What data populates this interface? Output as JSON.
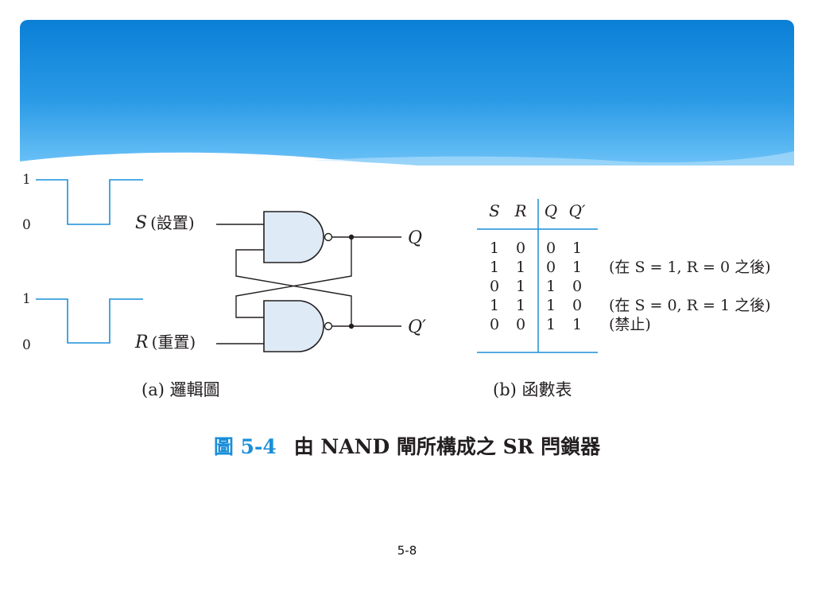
{
  "waveforms": {
    "s": {
      "high_label": "1",
      "low_label": "0"
    },
    "r": {
      "high_label": "1",
      "low_label": "0"
    }
  },
  "logic": {
    "s_input": {
      "symbol": "S",
      "label": "(設置)"
    },
    "r_input": {
      "symbol": "R",
      "label": "(重置)"
    },
    "q_output": "Q",
    "q_bar_output": "Q′",
    "caption": "(a) 邏輯圖"
  },
  "table": {
    "headers": [
      "S",
      "R",
      "Q",
      "Q′"
    ],
    "rows": [
      {
        "s": "1",
        "r": "0",
        "q": "0",
        "qb": "1",
        "note": ""
      },
      {
        "s": "1",
        "r": "1",
        "q": "0",
        "qb": "1",
        "note": "(在 S = 1, R = 0 之後)"
      },
      {
        "s": "0",
        "r": "1",
        "q": "1",
        "qb": "0",
        "note": ""
      },
      {
        "s": "1",
        "r": "1",
        "q": "1",
        "qb": "0",
        "note": "(在 S = 0, R = 1 之後)"
      },
      {
        "s": "0",
        "r": "0",
        "q": "1",
        "qb": "1",
        "note": "(禁止)"
      }
    ],
    "caption": "(b) 函數表"
  },
  "figure": {
    "number": "圖 5-4",
    "title": "由 NAND 閘所構成之 SR 閂鎖器"
  },
  "page_number": "5-8",
  "colors": {
    "accent": "#1a8fd8",
    "gate_fill": "#deeaf6",
    "wire": "#231f20",
    "table_rule": "#1a8fd8"
  }
}
